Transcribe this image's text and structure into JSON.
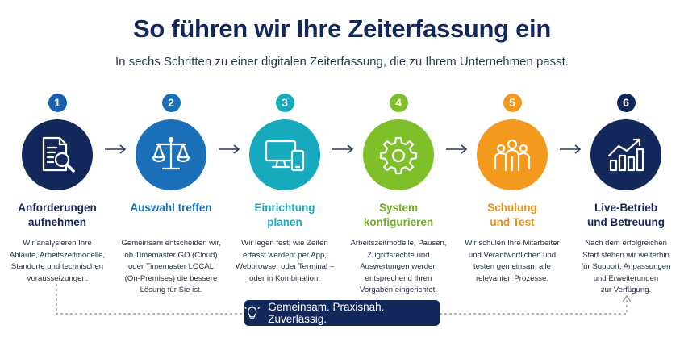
{
  "header": {
    "title": "So führen wir Ihre Zeiterfassung ein",
    "subtitle": "In sechs Schritten zu einer digitalen Zeiterfassung, die zu Ihrem Unternehmen passt."
  },
  "steps": [
    {
      "number": "1",
      "title_line1": "Anforderungen",
      "title_line2": "aufnehmen",
      "color": "#13285a",
      "icon": "document-search-icon",
      "desc": [
        "Wir analysieren Ihre",
        "Abläufe, Arbeitszeitmodelle,",
        "Standorte und technischen",
        "Voraussetzungen."
      ]
    },
    {
      "number": "2",
      "title_line1": "Auswahl treffen",
      "title_line2": "",
      "color": "#1a70b8",
      "icon": "scales-icon",
      "desc": [
        "Gemeinsam entscheiden wir,",
        "ob Timemaster GO (Cloud)",
        "oder Timemaster LOCAL",
        "(On-Premises) die bessere",
        "Lösung für Sie ist."
      ]
    },
    {
      "number": "3",
      "title_line1": "Einrichtung",
      "title_line2": "planen",
      "color": "#17a9be",
      "icon": "devices-icon",
      "desc": [
        "Wir legen fest, wie Zeiten",
        "erfasst werden: per App,",
        "Webbrowser oder Terminal –",
        "oder in Kombination."
      ]
    },
    {
      "number": "4",
      "title_line1": "System",
      "title_line2": "konfigurieren",
      "color": "#7fbf2a",
      "icon": "gear-icon",
      "desc": [
        "Arbeitszeitmodelle, Pausen,",
        "Zugriffsrechte und",
        "Auswertungen werden",
        "entsprechend Ihren",
        "Vorgaben eingerichtet."
      ]
    },
    {
      "number": "5",
      "title_line1": "Schulung",
      "title_line2": "und Test",
      "color": "#f39a1e",
      "icon": "team-icon",
      "desc": [
        "Wir schulen Ihre Mitarbeiter",
        "und Verantwortlichen und",
        "testen gemeinsam alle",
        "relevanten Prozesse."
      ]
    },
    {
      "number": "6",
      "title_line1": "Live-Betrieb",
      "title_line2": "und Betreuung",
      "color": "#13285a",
      "icon": "growth-chart-icon",
      "desc": [
        "Nach dem erfolgreichen",
        "Start stehen wir weiterhin",
        "für Support, Anpassungen",
        "und Erweiterungen",
        "zur Verfügung."
      ]
    }
  ],
  "banner": {
    "text": "Gemeinsam. Praxisnah. Zuverlässig.",
    "icon": "lightbulb-icon"
  }
}
